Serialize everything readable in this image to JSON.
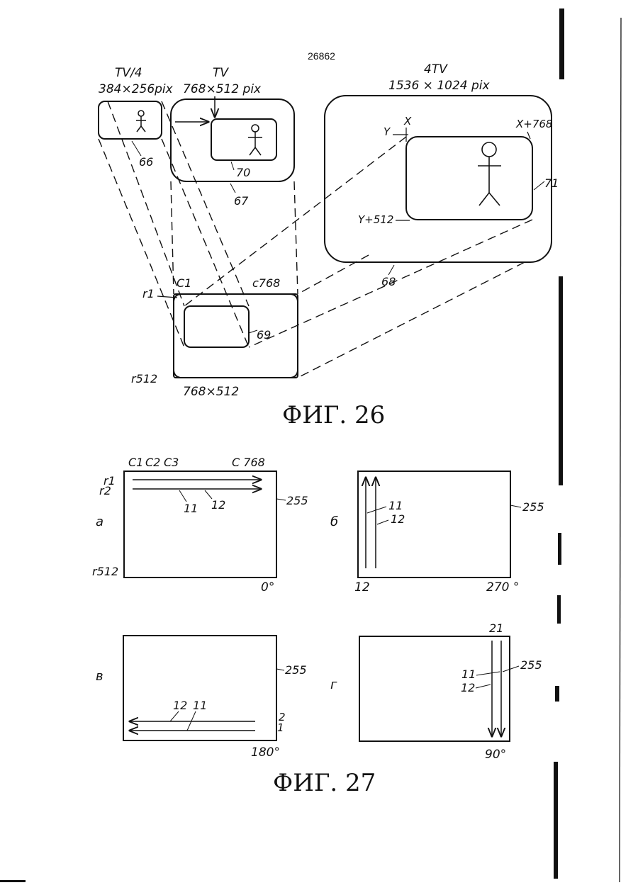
{
  "document_number": "26862",
  "fig26": {
    "caption": "ФИГ. 26",
    "small_screen": {
      "title": "TV/4",
      "resolution": "384×256pix",
      "ref": "66"
    },
    "tv_screen": {
      "title": "TV",
      "resolution": "768×512 pix",
      "ref_screen": "67",
      "ref_window": "70"
    },
    "big_screen": {
      "title": "4TV",
      "resolution": "1536 × 1024 pix",
      "ref_screen": "68",
      "ref_window": "71",
      "label_x": "X",
      "label_y": "Y",
      "label_x768": "X+768",
      "label_y512": "Y+512"
    },
    "memory": {
      "ref": "69",
      "c1": "C1",
      "c768": "c768",
      "r1": "r1",
      "r512": "r512",
      "size": "768×512"
    }
  },
  "fig27": {
    "caption": "ФИГ. 27",
    "panel_a": {
      "letter": "а",
      "c1": "C1",
      "c2": "C2",
      "c3": "C3",
      "c768": "C 768",
      "r1": "r1",
      "r2": "r2",
      "r512": "r512",
      "ref_255": "255",
      "ref_11": "11",
      "ref_12": "12",
      "angle": "0°"
    },
    "panel_b": {
      "letter": "б",
      "ref_255": "255",
      "ref_11": "11",
      "ref_12": "12",
      "bottom_12": "12",
      "angle": "270 °"
    },
    "panel_v": {
      "letter": "в",
      "ref_255": "255",
      "ref_12": "12",
      "ref_11": "11",
      "ref_2": "2",
      "ref_1": "1",
      "angle": "180°"
    },
    "panel_g": {
      "letter": "г",
      "ref_255": "255",
      "ref_21": "21",
      "ref_11": "11",
      "ref_12": "12",
      "angle": "90°"
    }
  }
}
